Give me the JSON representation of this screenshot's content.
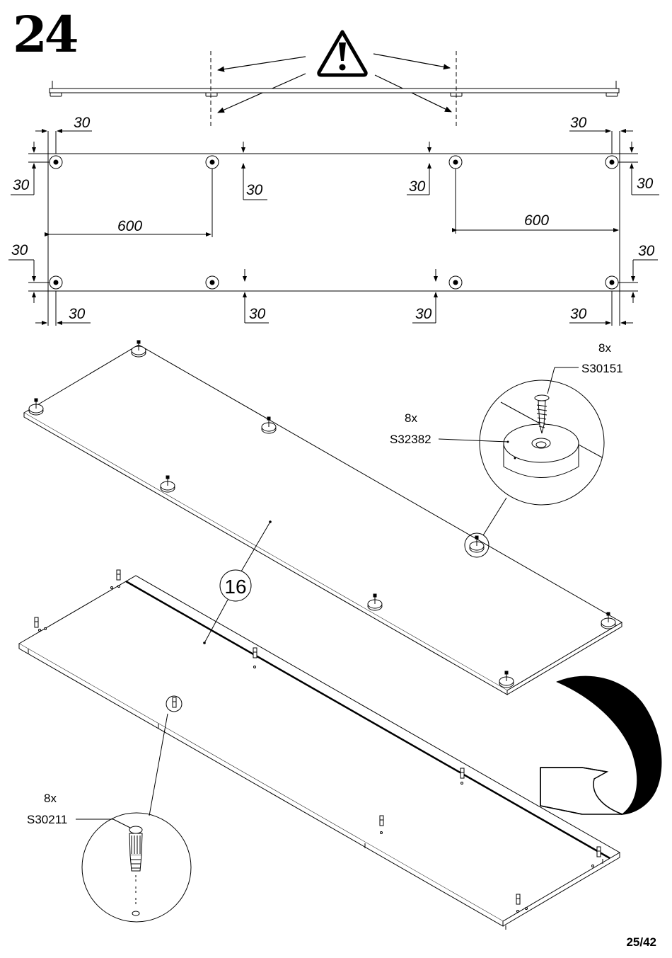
{
  "step": {
    "number": "24"
  },
  "page": {
    "number": "25/42"
  },
  "warning": {
    "icon": "warning-triangle-icon"
  },
  "dimensions": {
    "edge_offset": "30",
    "spacing": "600"
  },
  "callouts": {
    "screw": {
      "qty": "8x",
      "code": "S30151"
    },
    "foot": {
      "qty": "8x",
      "code": "S32382"
    },
    "dowel": {
      "qty": "8x",
      "code": "S30211"
    },
    "part": {
      "number": "16"
    }
  }
}
